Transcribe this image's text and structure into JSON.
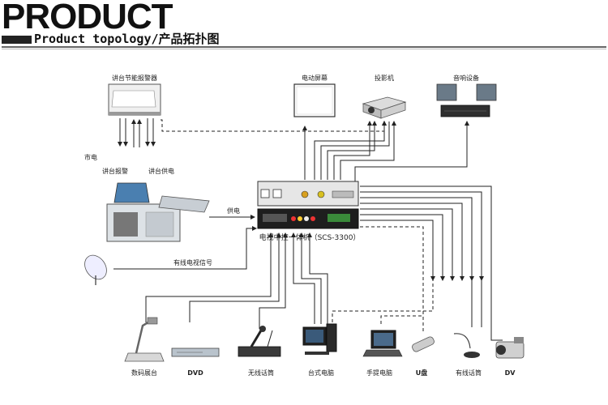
{
  "header": {
    "title": "PRODUCT",
    "subtitle": "Product topology/产品拓扑图"
  },
  "diagram": {
    "top_devices": {
      "alarm": "讲台节能报警器",
      "screen": "电动屏幕",
      "projector": "投影机",
      "audio": "音响设备"
    },
    "left_labels": {
      "mains": "市电",
      "podium_alarm": "讲台报警",
      "podium_power": "讲台供电",
      "power_supply": "供电",
      "cable_tv": "有线电视信号"
    },
    "center_device": "电视中控一体机（SCS-3300）",
    "bottom_devices": {
      "visualizer": "数码展台",
      "dvd": "DVD",
      "wireless_mic": "无线话筒",
      "desktop_pc": "台式电脑",
      "laptop": "手提电脑",
      "usb": "U盘",
      "wired_mic": "有线话筒",
      "dv": "DV"
    }
  }
}
